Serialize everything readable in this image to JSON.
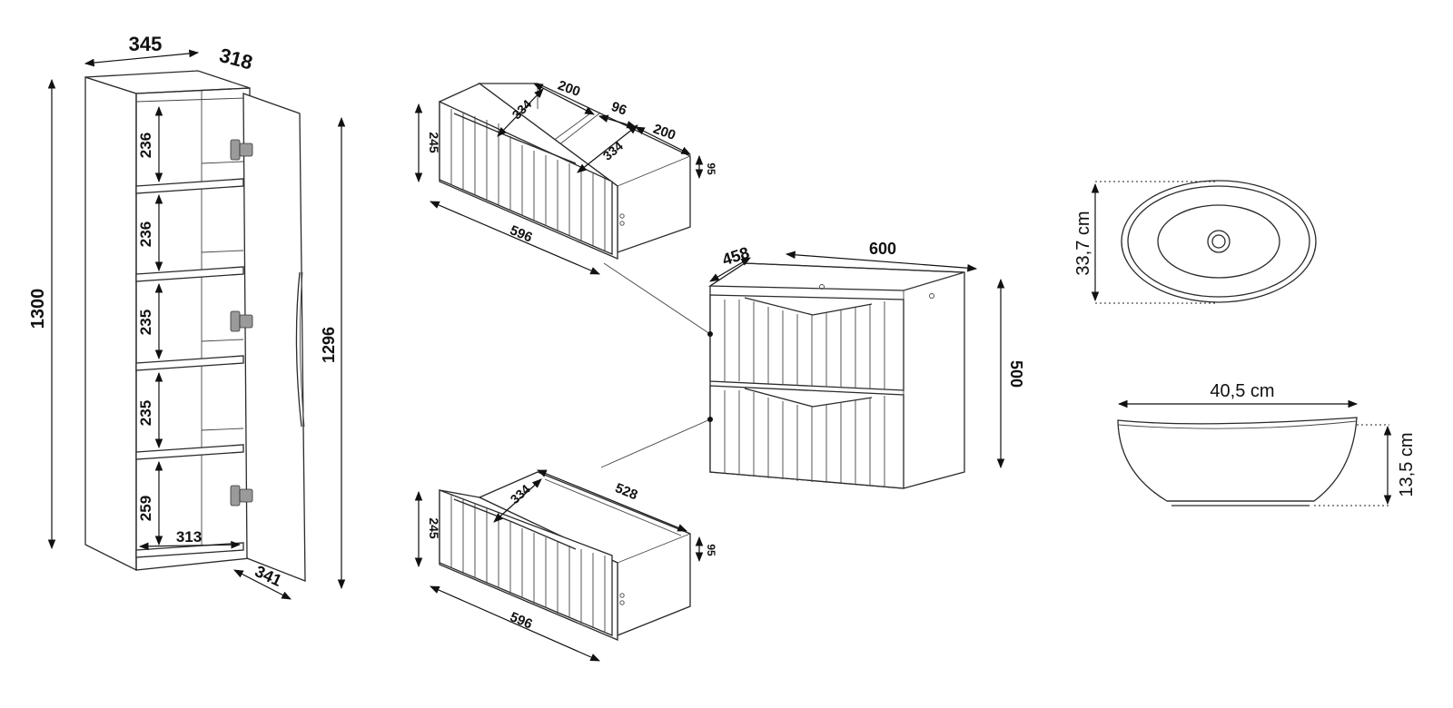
{
  "column": {
    "total_height": "1300",
    "depth_label": "318",
    "door_height": "1296",
    "shelf_heights": [
      "236",
      "236",
      "235",
      "235",
      "259"
    ],
    "inner_width": "313",
    "door_width": "341",
    "top_width": "345"
  },
  "top_drawer": {
    "compartment_depth_left": "334",
    "compartment_width_left": "200",
    "divider_width": "96",
    "compartment_width_right": "200",
    "compartment_depth_right": "334",
    "front_height": "245",
    "box_height": "95",
    "front_width": "596"
  },
  "cabinet": {
    "depth": "458",
    "width": "600",
    "height": "500"
  },
  "bottom_drawer": {
    "depth": "334",
    "width": "528",
    "front_height": "245",
    "box_height": "95",
    "front_width": "596"
  },
  "basin": {
    "depth_label": "33,7 cm",
    "width_label": "40,5 cm",
    "height_label": "13,5 cm"
  }
}
